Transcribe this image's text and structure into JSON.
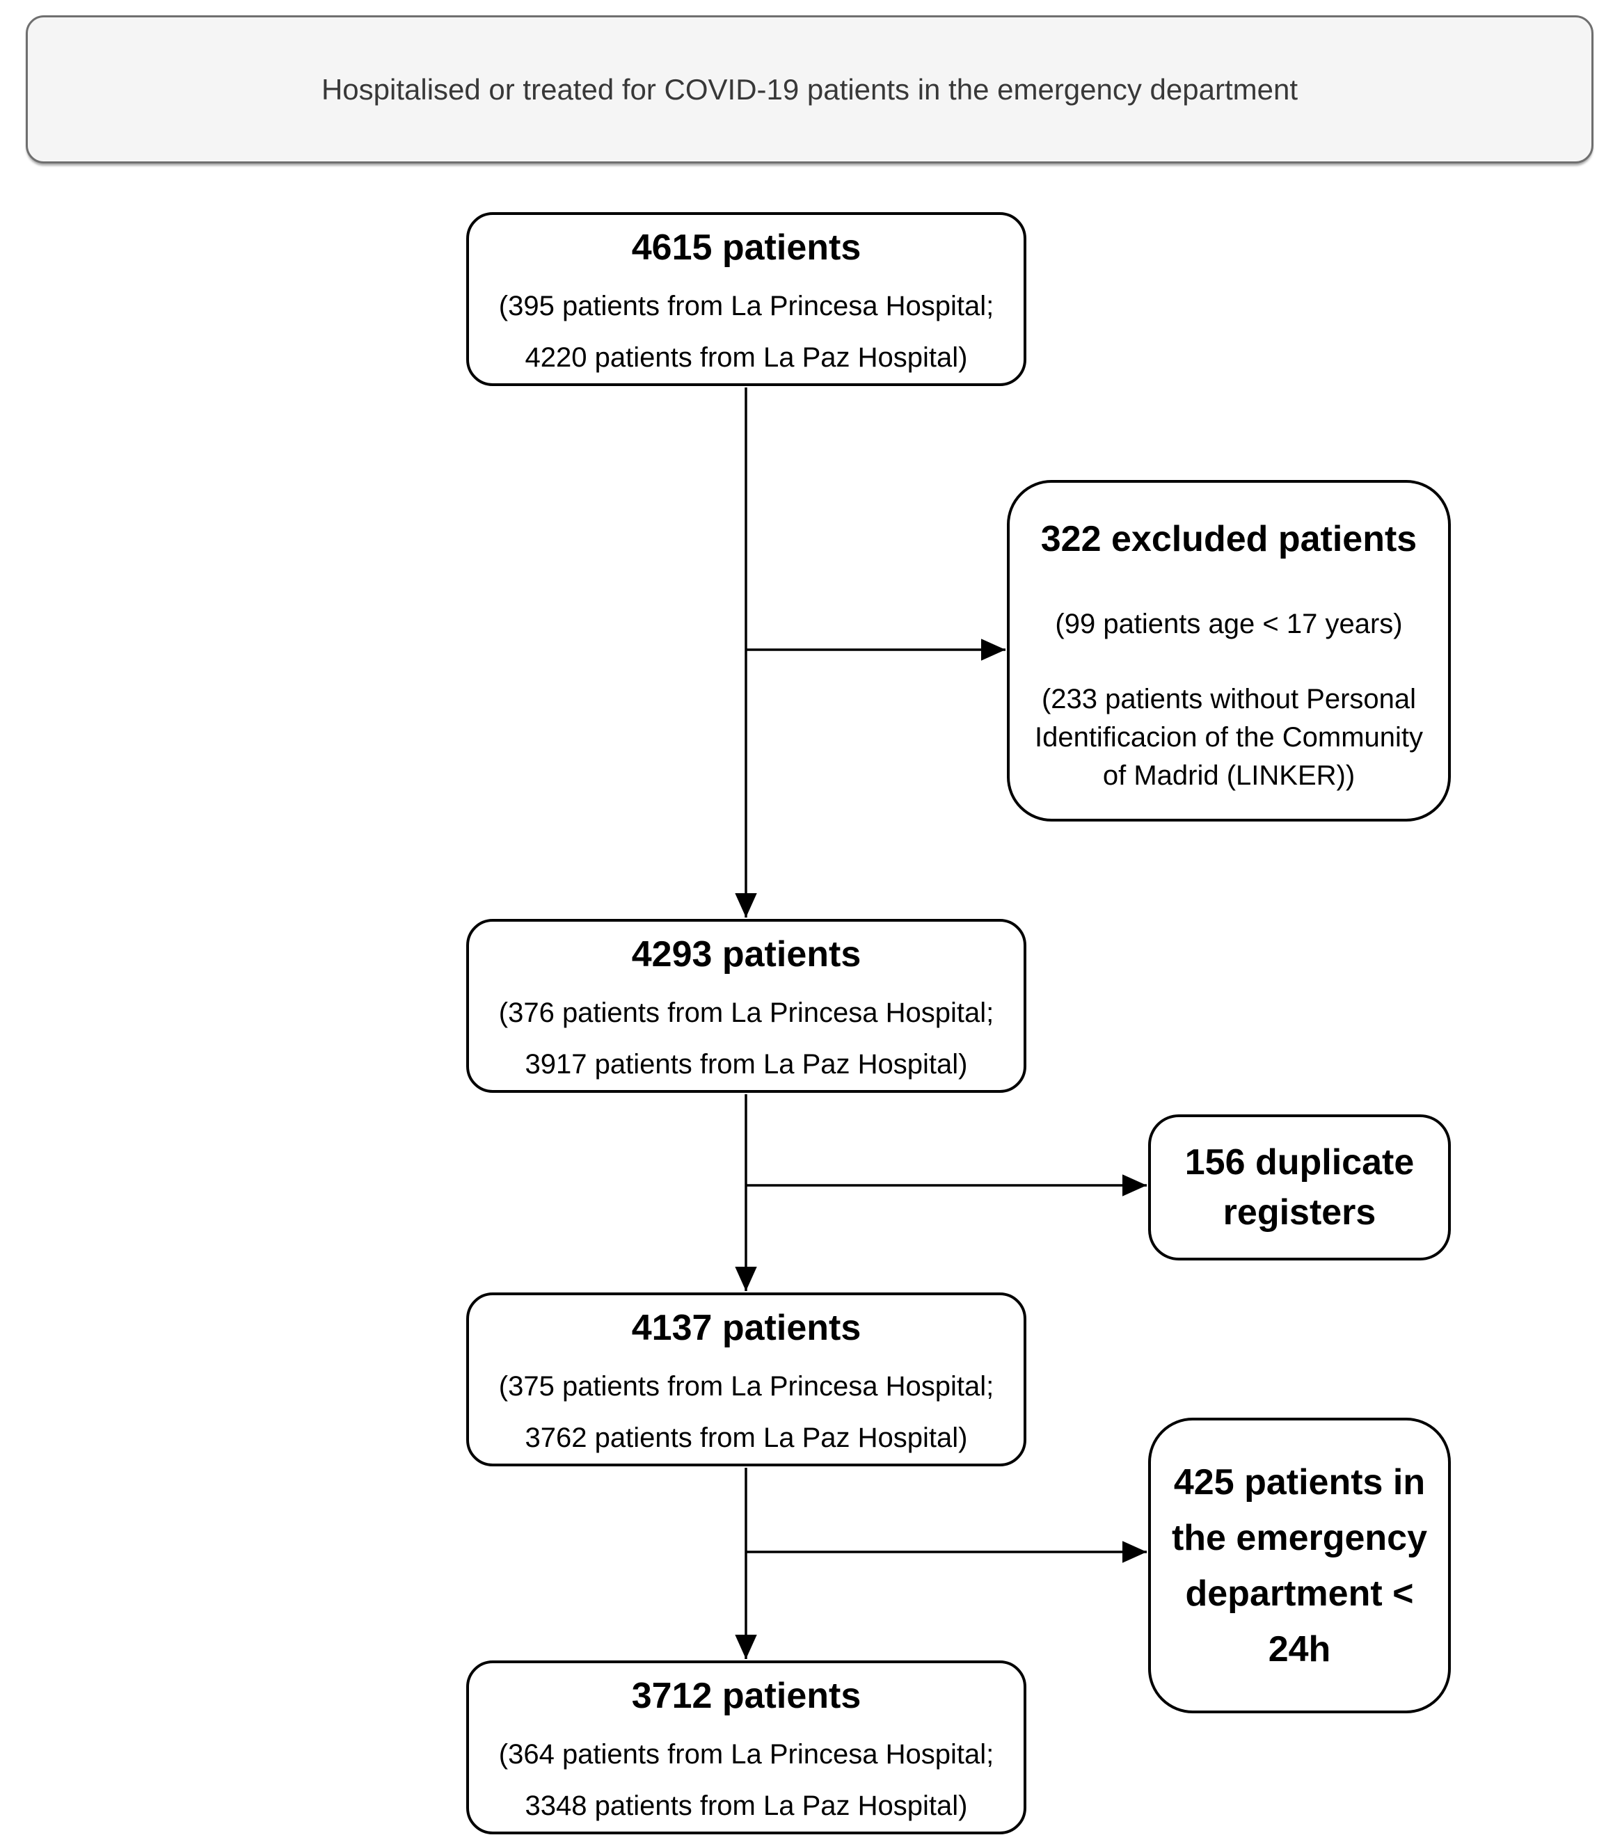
{
  "header": {
    "label": "Hospitalised or treated for COVID-19 patients in the emergency department",
    "bg_color": "#f5f5f5",
    "border_color": "#6f6f6f",
    "text_color": "#383838"
  },
  "style": {
    "node_bg": "#ffffff",
    "node_border": "#000000",
    "connector_color": "#000000",
    "page_bg": "#ffffff"
  },
  "flow": {
    "total": {
      "title": "4615 patients",
      "line1": "(395 patients from La Princesa Hospital;",
      "line2": "4220 patients from La Paz Hospital)"
    },
    "excluded": {
      "title": "322 excluded patients",
      "line1": "(99 patients age < 17 years)",
      "line2_lines": [
        "(233 patients without Personal",
        "Identificacion of the Community",
        "of Madrid (LINKER))"
      ]
    },
    "after_exclusion": {
      "title": "4293 patients",
      "line1": "(376 patients from La Princesa Hospital;",
      "line2": "3917 patients from La Paz Hospital)"
    },
    "duplicates": {
      "title_lines": [
        "156 duplicate",
        "registers"
      ]
    },
    "after_duplicates": {
      "title": "4137 patients",
      "line1": "(375 patients from La Princesa Hospital;",
      "line2": "3762 patients from La Paz Hospital)"
    },
    "er_under_24h": {
      "title_lines": [
        "425 patients in",
        "the emergency",
        "department <",
        "24h"
      ]
    },
    "final": {
      "title": "3712 patients",
      "line1": "(364 patients from La Princesa Hospital;",
      "line2": "3348 patients from La Paz Hospital)"
    }
  }
}
